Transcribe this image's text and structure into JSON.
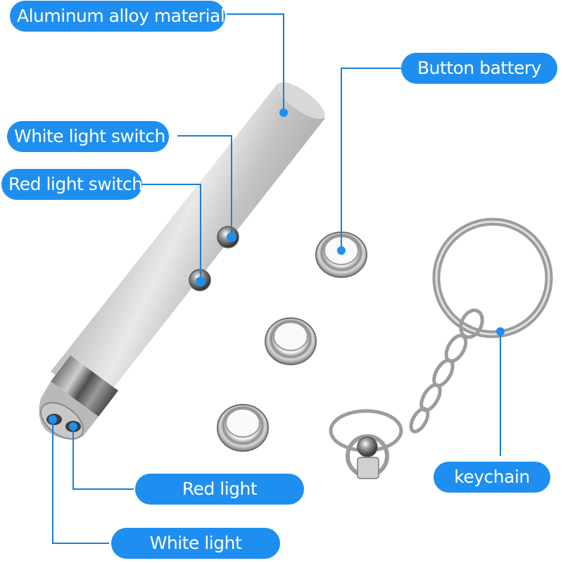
{
  "callouts": {
    "aluminum": "Aluminum alloy material",
    "battery": "Button battery",
    "white_switch": "White light switch",
    "red_switch": "Red light switch",
    "red_light": "Red light",
    "white_light": "White light",
    "keychain": "keychain"
  },
  "colors": {
    "accent": "#1e8ff0",
    "leader_line": "#1a7fd6",
    "background": "#ffffff",
    "metal": "#b8b8b8"
  },
  "product": {
    "items": [
      "laser-pointer-body",
      "button-battery",
      "button-battery",
      "button-battery",
      "keychain-ring"
    ],
    "battery_count": 3
  }
}
